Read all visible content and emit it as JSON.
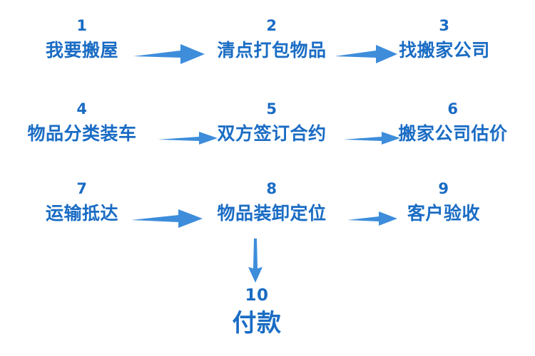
{
  "diagram": {
    "title_text": "",
    "accent_color": "#1a6cc4",
    "arrow_color": "#3d8ddb",
    "background": "#ffffff",
    "steps": [
      {
        "number": "1",
        "label": "我要搬屋"
      },
      {
        "number": "2",
        "label": "清点打包物品"
      },
      {
        "number": "3",
        "label": "找搬家公司"
      },
      {
        "number": "4",
        "label": "物品分类装车"
      },
      {
        "number": "5",
        "label": "双方签订合约"
      },
      {
        "number": "6",
        "label": "搬家公司估价"
      },
      {
        "number": "7",
        "label": "运输抵达"
      },
      {
        "number": "8",
        "label": "物品装卸定位"
      },
      {
        "number": "9",
        "label": "客户验收"
      },
      {
        "number": "10",
        "label": "付款"
      }
    ],
    "connectors": [
      {
        "name": "arrow-1-to-2",
        "direction": "right"
      },
      {
        "name": "arrow-2-to-3",
        "direction": "right"
      },
      {
        "name": "arrow-4-to-5",
        "direction": "right"
      },
      {
        "name": "arrow-5-to-6",
        "direction": "right"
      },
      {
        "name": "arrow-7-to-8",
        "direction": "right"
      },
      {
        "name": "arrow-8-to-9",
        "direction": "right"
      },
      {
        "name": "arrow-8-to-10",
        "direction": "down"
      }
    ]
  }
}
